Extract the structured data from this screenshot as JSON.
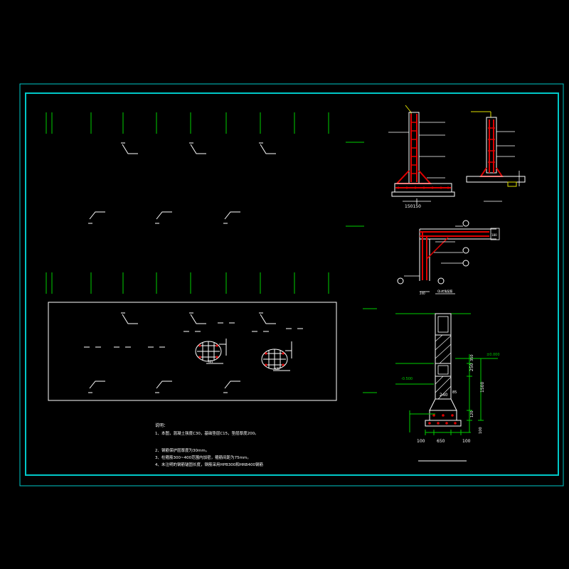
{
  "colors": {
    "background": "#000000",
    "frame": "#00c8c8",
    "line": "#ffffff",
    "green": "#00d000",
    "red": "#e00000",
    "yellow": "#e0e000",
    "cyan": "#00c8c8"
  },
  "section_a": {
    "label_bottom": "150150"
  },
  "section_c": {
    "dim_right": "180",
    "dim_left": "240",
    "caption": "QL转角配筋"
  },
  "section_d": {
    "elev_top": "±0.000",
    "elev_left": "-0.500",
    "dim_thk": "240",
    "dim_85": "85",
    "dim_1500": "1500",
    "dim_250": "250",
    "dim_350": "350",
    "dim_120": "120",
    "dim_100_right": "100",
    "dim_100": "100",
    "dim_650": "650",
    "dim_100b": "100"
  },
  "plan": {
    "tag1": "YZ1",
    "tag2": "YZ2"
  },
  "notes": {
    "title": "说明：",
    "line1": "1、本图，混凝土强度C30，基础垫层C15，垫层厚度200。",
    "line2": "2、钢筋保护层厚度为30mm。",
    "line3": "3、柱箍筋300~400范围内加密，箍筋间距为75mm。",
    "line4": "4、未注明的钢筋锚固长度，钢筋采用HPB300和HRB400钢筋"
  }
}
